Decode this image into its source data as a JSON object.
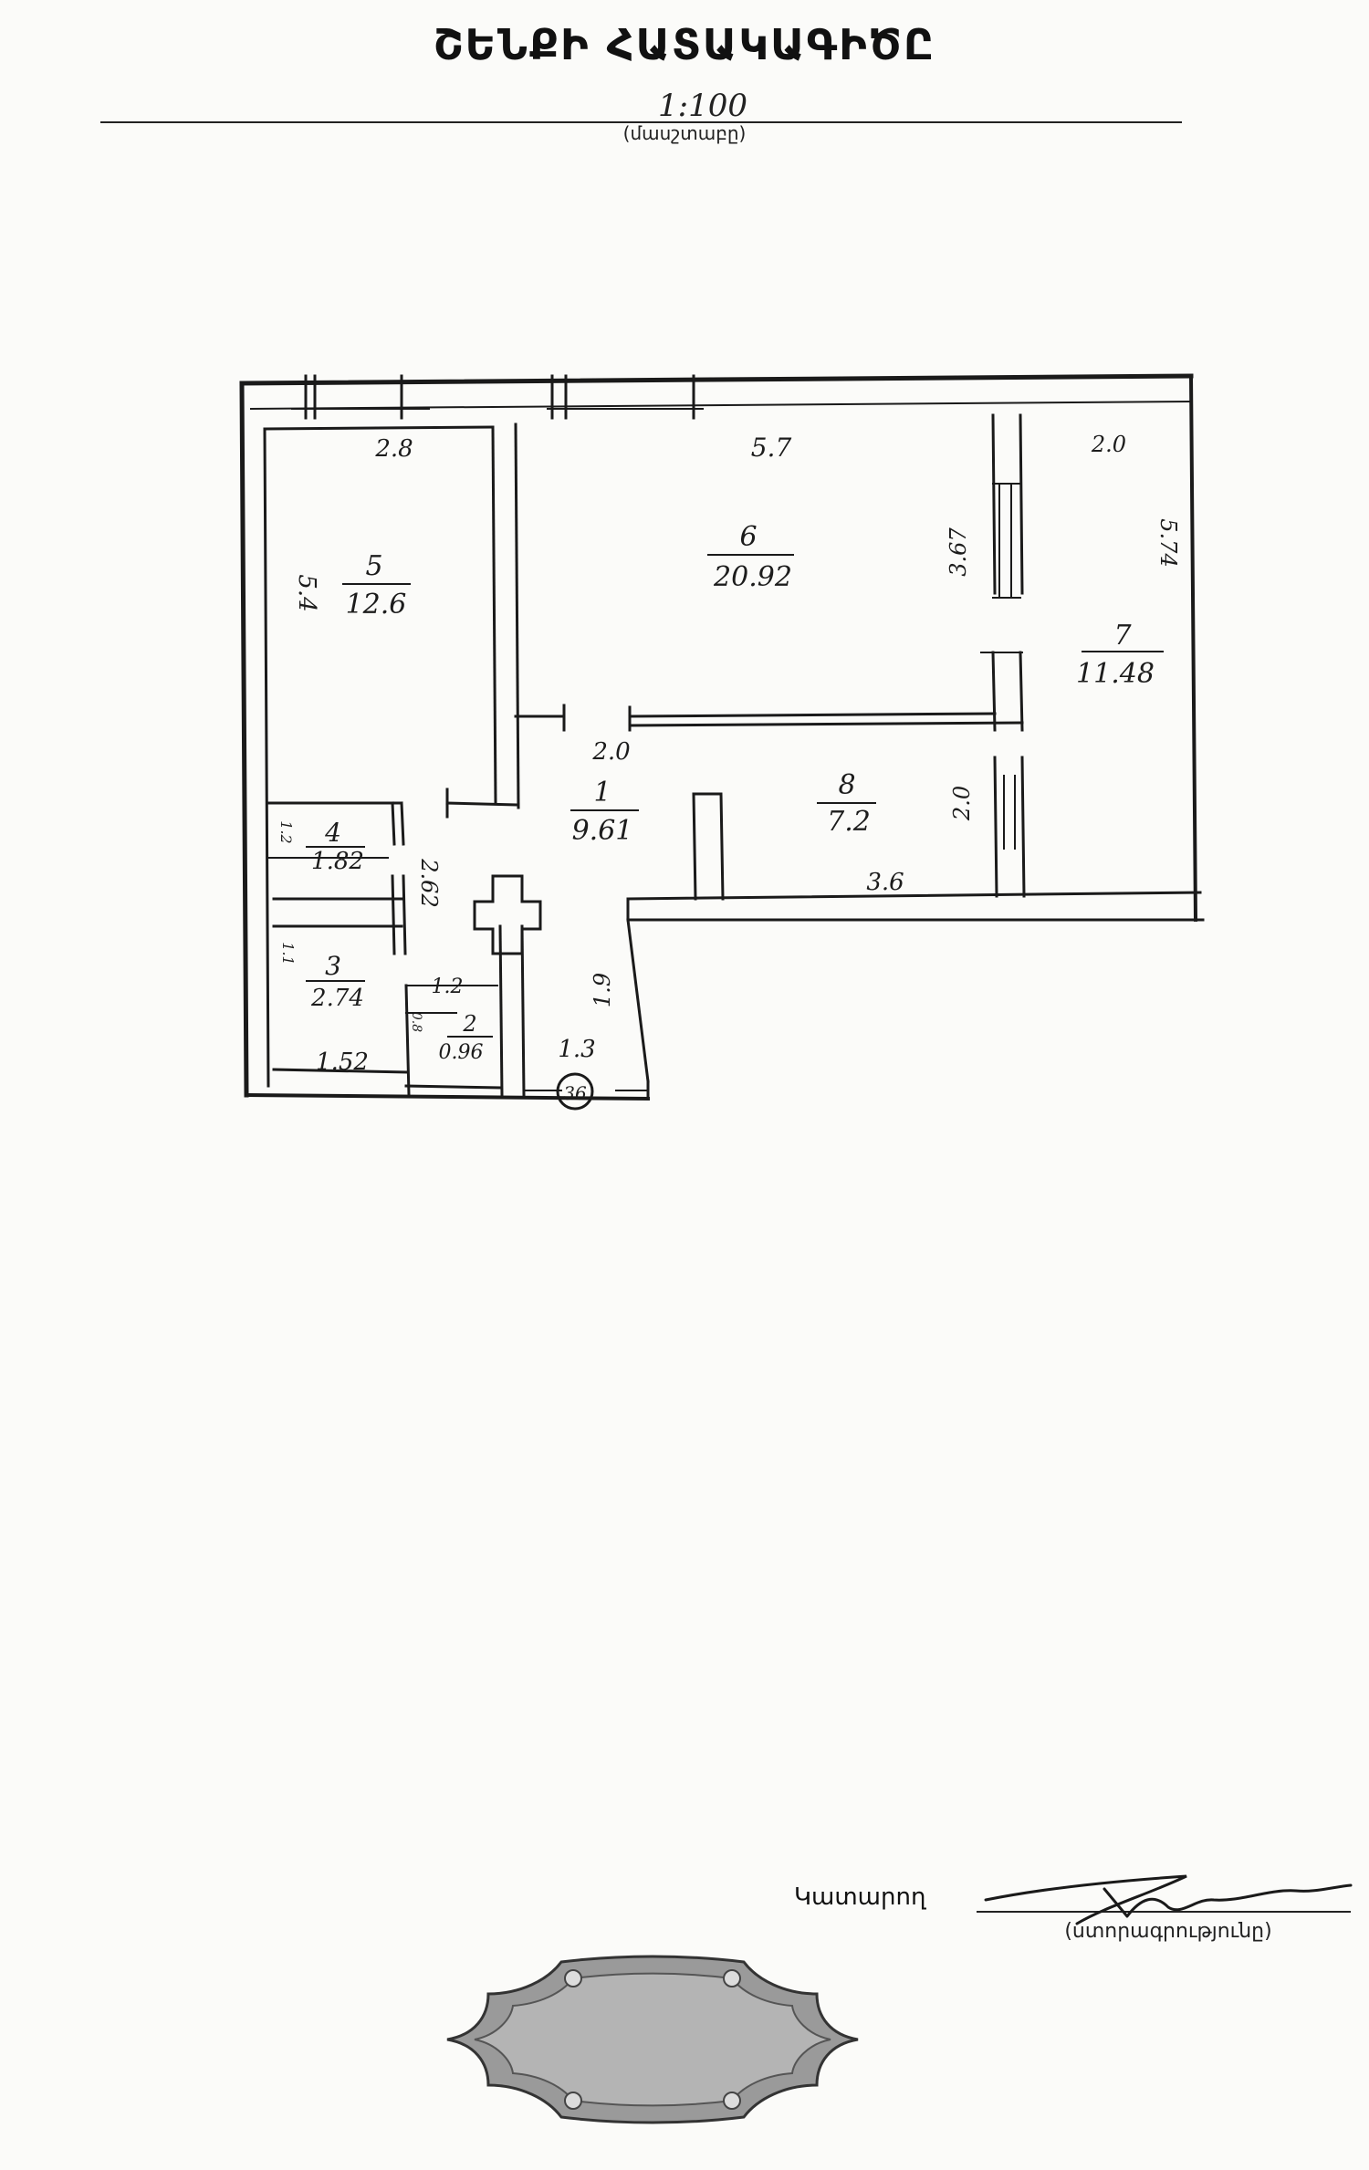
{
  "document": {
    "title": "ՇԵՆՔԻ ՀԱՏԱԿԱԳԻԾԸ",
    "scale_value": "1:100",
    "scale_caption": "(մասշտաբը)",
    "performer_label": "Կատարող",
    "signature_caption": "(ստորագրությունը)"
  },
  "plan": {
    "rooms": [
      {
        "number": "1",
        "area": "9.61"
      },
      {
        "number": "2",
        "area": "0.96"
      },
      {
        "number": "3",
        "area": "2.74"
      },
      {
        "number": "4",
        "area": "1.82"
      },
      {
        "number": "5",
        "area": "12.6"
      },
      {
        "number": "6",
        "area": "20.92"
      },
      {
        "number": "7",
        "area": "11.48"
      },
      {
        "number": "8",
        "area": "7.2"
      }
    ],
    "dimensions": [
      "2.8",
      "5.7",
      "2.0",
      "5.4",
      "3.67",
      "5.74",
      "2.0",
      "2.0",
      "3.6",
      "2.62",
      "1.2",
      "1.52",
      "1.9",
      "1.3",
      "1.2",
      "1.1",
      "0.8"
    ],
    "apartment_number": "36"
  },
  "colors": {
    "ink": "#1a1a1a",
    "paper": "#fbfbf9",
    "seal_fill": "#9a9a9a"
  }
}
